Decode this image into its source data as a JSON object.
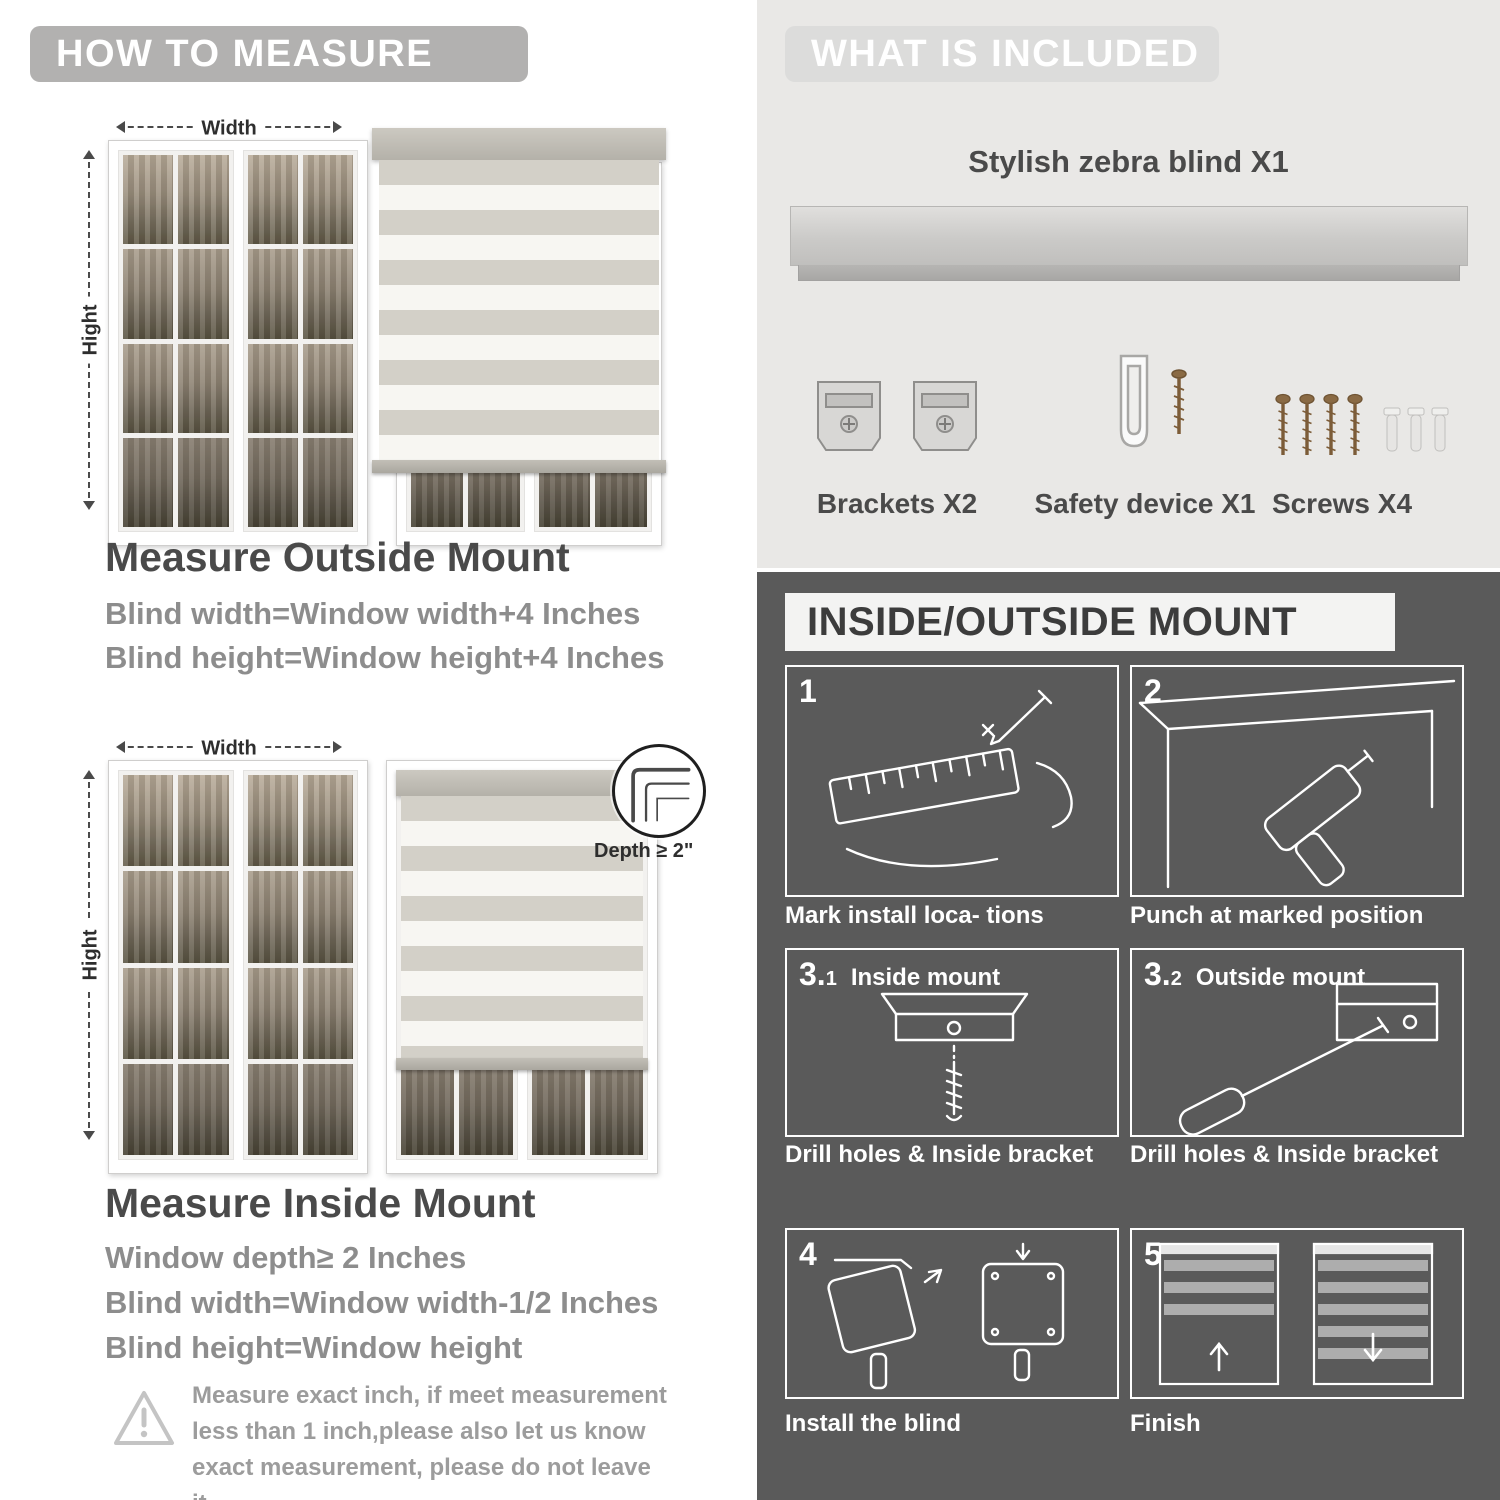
{
  "left": {
    "header": "HOW TO MEASURE",
    "outside_mount": {
      "width_label": "Width",
      "height_label": "Hight",
      "title": "Measure Outside Mount",
      "formula1": "Blind width=Window width+4 Inches",
      "formula2": "Blind height=Window height+4 Inches"
    },
    "inside_mount": {
      "width_label": "Width",
      "height_label": "Hight",
      "depth_label": "Depth ≥ 2\"",
      "title": "Measure Inside Mount",
      "formula1": "Window depth≥ 2 Inches",
      "formula2": "Blind width=Window width-1/2 Inches",
      "formula3": "Blind height=Window height"
    },
    "note": "Measure exact inch, if meet measurement less than 1 inch,please also let us know exact measurement, please do not leave it"
  },
  "right": {
    "included": {
      "header": "WHAT IS INCLUDED",
      "blind_label": "Stylish zebra blind X1",
      "items": [
        {
          "label": "Brackets X2",
          "icon": "brackets-icon"
        },
        {
          "label": "Safety device X1",
          "icon": "safety-device-icon"
        },
        {
          "label": "Screws X4",
          "icon": "screws-icon"
        }
      ]
    },
    "mount": {
      "header": "INSIDE/OUTSIDE MOUNT",
      "steps": [
        {
          "num": "1",
          "num_sub": "",
          "label": "",
          "caption": "Mark install loca- tions"
        },
        {
          "num": "2",
          "num_sub": "",
          "label": "",
          "caption": "Punch at  marked position"
        },
        {
          "num": "3.",
          "num_sub": "1",
          "label": "Inside mount",
          "caption": "Drill holes &  Inside bracket"
        },
        {
          "num": "3.",
          "num_sub": "2",
          "label": "Outside mount",
          "caption": "Drill holes &  Inside bracket"
        },
        {
          "num": "4",
          "num_sub": "",
          "label": "",
          "caption": "Install the blind"
        },
        {
          "num": "5",
          "num_sub": "",
          "label": "",
          "caption": "Finish"
        }
      ]
    }
  },
  "palette": {
    "banner_gray": "#b2b1b0",
    "light_panel": "#e9e8e6",
    "dark_panel": "#5a5a5a",
    "heading_dark": "#4a4a4a",
    "formula_gray": "#8d8d8d",
    "blind_stripe": "#d3d0c8"
  }
}
